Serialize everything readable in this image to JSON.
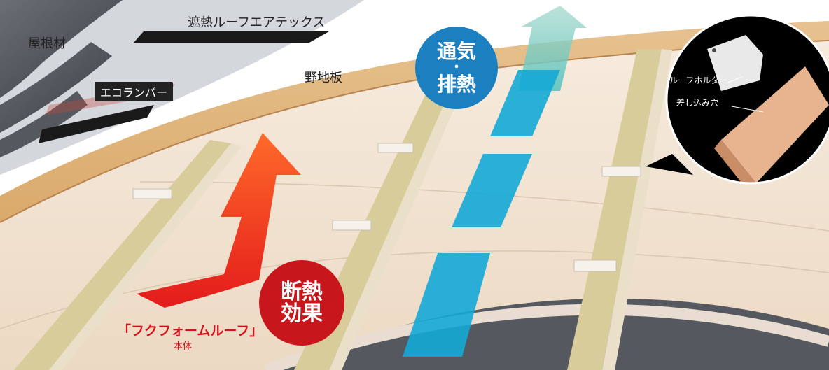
{
  "labels": {
    "roof_material": "屋根材",
    "heat_shield_sheet": "遮熱ルーフエアテックス",
    "eco_lumber": "エコランバー",
    "sheathing_board": "野地板",
    "roof_holder": "ルーフホルダー",
    "insert_hole": "差し込み穴"
  },
  "badges": {
    "ventilation": {
      "line1": "通気",
      "dot": "・",
      "line2": "排熱"
    },
    "insulation": {
      "line1": "断熱",
      "line2": "効果"
    }
  },
  "product": {
    "name": "「フクフォームルーフ」",
    "sub": "本体"
  },
  "colors": {
    "ventilation_blue": "#1b7fc0",
    "insulation_red": "#c8161d",
    "product_red": "#d8101a",
    "airflow_cyan": "#14a9d6",
    "heat_arrow": "#ff4a1a"
  }
}
